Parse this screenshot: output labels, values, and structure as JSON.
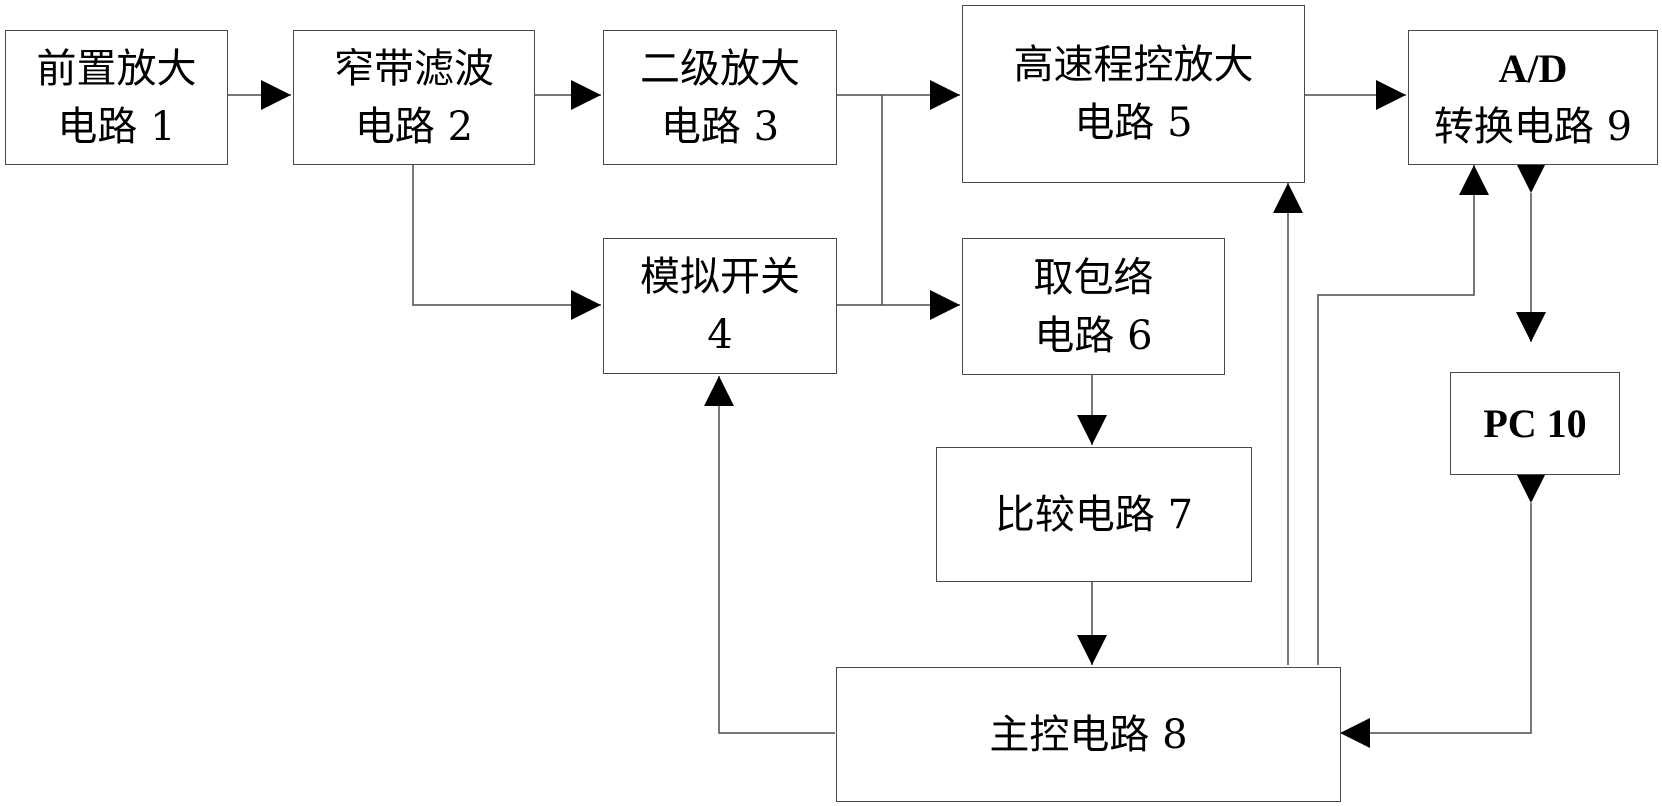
{
  "blocks": {
    "b1": {
      "line1": "前置放大",
      "line2": "电路 1"
    },
    "b2": {
      "line1": "窄带滤波",
      "line2": "电路 2"
    },
    "b3": {
      "line1": "二级放大",
      "line2": "电路 3"
    },
    "b4": {
      "line1": "模拟开关",
      "line2": "4"
    },
    "b5": {
      "line1": "高速程控放大",
      "line2": "电路 5"
    },
    "b6": {
      "line1": "取包络",
      "line2": "电路 6"
    },
    "b7": {
      "line1": "比较电路 7"
    },
    "b8": {
      "line1": "主控电路 8"
    },
    "b9": {
      "line1": "A/D",
      "line2": "转换电路 9"
    },
    "b10": {
      "line1": "PC 10"
    }
  },
  "colors": {
    "line": "#4a4a4a",
    "arrow": "#000000"
  }
}
